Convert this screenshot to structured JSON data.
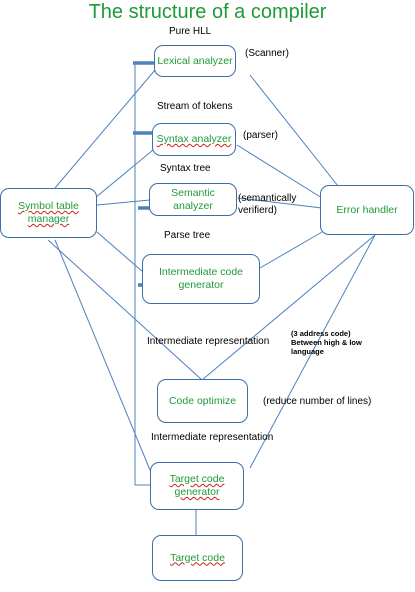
{
  "title": "The structure of a compiler",
  "nodes": {
    "lexical": "Lexical analyzer",
    "syntax": "Syntax analyzer",
    "semantic": "Semantic analyzer",
    "intermediate": "Intermediate code generator",
    "optimize": "Code optimize",
    "target_gen": "Target code generator",
    "target": "Target code",
    "symbol": "Symbol table manager",
    "error": "Error handler"
  },
  "labels": {
    "pure_hll": "Pure HLL",
    "scanner": "(Scanner)",
    "stream": "Stream of tokens",
    "parser": "(parser)",
    "syntax_tree": "Syntax tree",
    "semantically": "(semantically verifierd)",
    "parse_tree": "Parse tree",
    "intermediate_rep_1": "Intermediate representation",
    "three_address": "(3 address code) Between high & low language",
    "reduce": "(reduce number of lines)",
    "intermediate_rep_2": "Intermediate representation"
  },
  "colors": {
    "title": "#1f9a3a",
    "node_text": "#1f9a3a",
    "border": "#3b6fa5",
    "line": "#4f81bd"
  }
}
